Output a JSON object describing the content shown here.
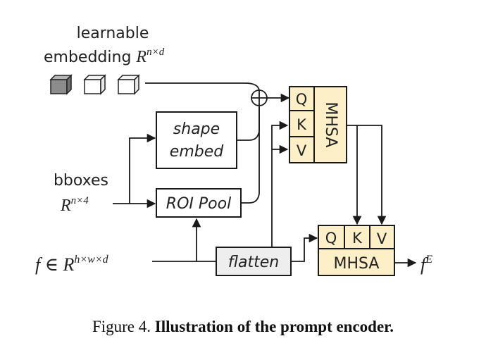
{
  "diagram": {
    "learnable_label_line1": "learnable",
    "learnable_label_line2": "embedding",
    "learnable_dims": "R",
    "learnable_dims_sup": "n×d",
    "bboxes_label": "bboxes",
    "bboxes_dims": "R",
    "bboxes_dims_sup": "n×4",
    "feature_label": "f ∈ R",
    "feature_sup": "h×w×d",
    "shape_embed_line1": "shape",
    "shape_embed_line2": "embed",
    "roi_pool": "ROI Pool",
    "flatten": "flatten",
    "mhsa1_q": "Q",
    "mhsa1_k": "K",
    "mhsa1_v": "V",
    "mhsa1_label": "MHSA",
    "mhsa2_q": "Q",
    "mhsa2_k": "K",
    "mhsa2_v": "V",
    "mhsa2_label": "MHSA",
    "output_label": "f",
    "output_sup": "E",
    "plus_symbol": "+"
  },
  "caption": {
    "prefix": "Figure 4.",
    "title": "Illustration of the prompt encoder."
  },
  "colors": {
    "attn_fill": "#fdefc8",
    "flatten_fill": "#eeeeee",
    "cube_dark": "#8c8c8c",
    "cube_light": "#ffffff"
  }
}
